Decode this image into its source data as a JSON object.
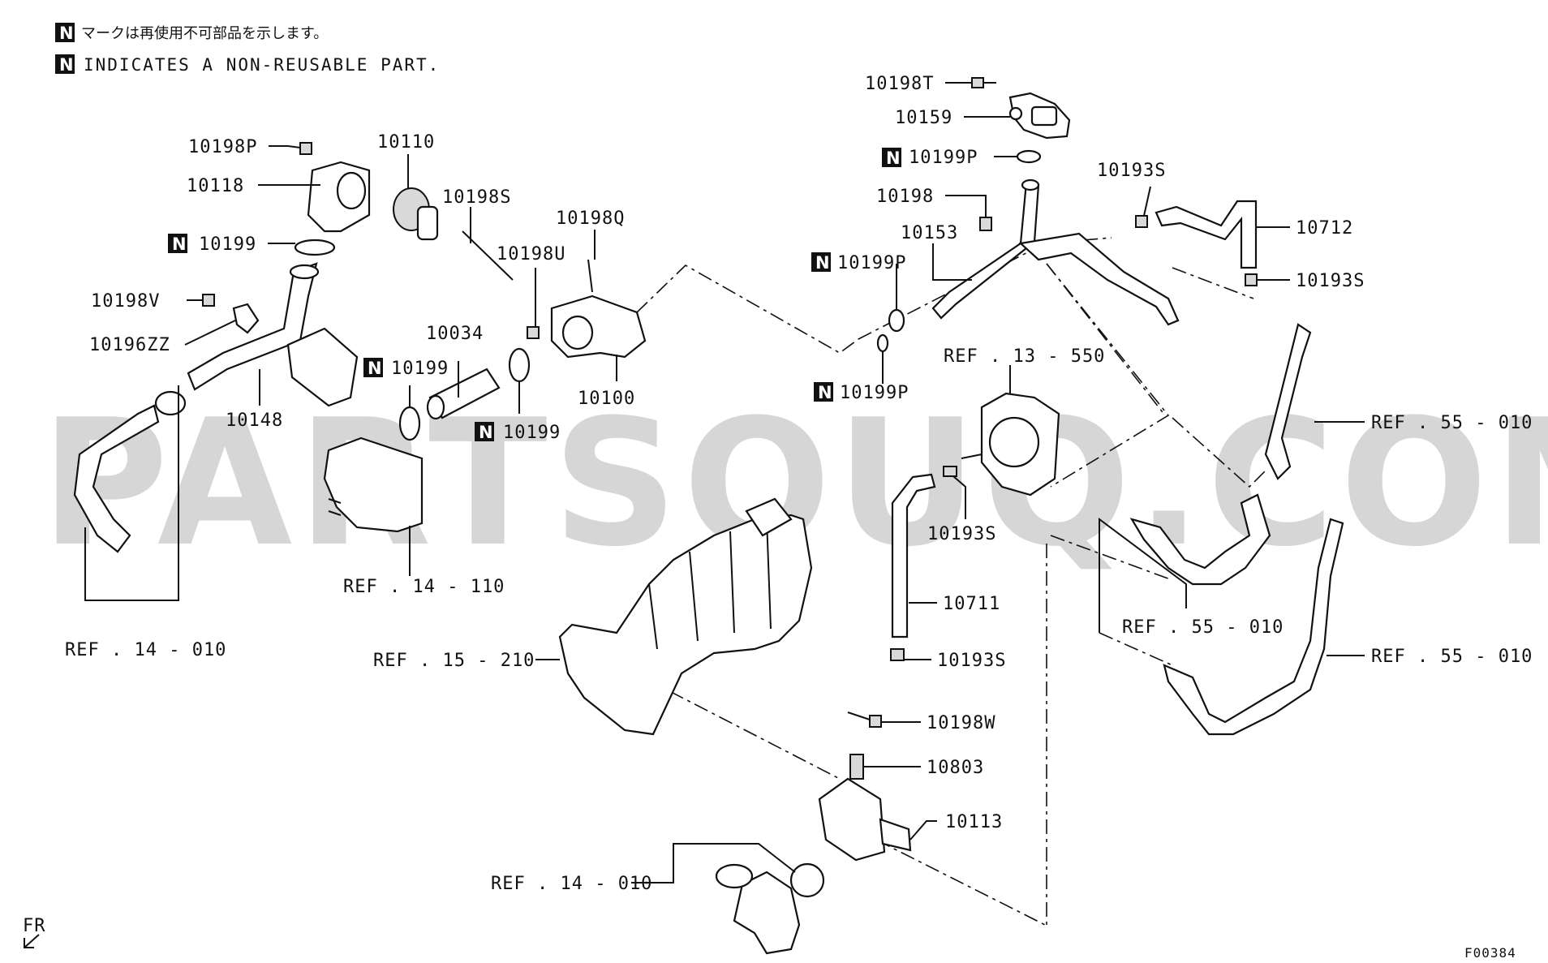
{
  "legend": {
    "badge": "N",
    "jp": "マークは再使用不可部品を示します。",
    "en": "INDICATES A NON-REUSABLE PART."
  },
  "watermark": "PARTSOUQ.COM",
  "labels": {
    "p10198T": "10198T",
    "p10159": "10159",
    "p10199P_top": "10199P",
    "p10198": "10198",
    "p10153": "10153",
    "p10199P_mid": "10199P",
    "p10199P_low": "10199P",
    "p10193S_a": "10193S",
    "p10712": "10712",
    "p10193S_b": "10193S",
    "ref_13_550": "REF . 13 - 550",
    "p10193S_c": "10193S",
    "ref_55_010_a": "REF . 55 - 010",
    "ref_55_010_b": "REF . 55 - 010",
    "ref_55_010_c": "REF . 55 - 010",
    "p10711": "10711",
    "p10193S_d": "10193S",
    "p10198W": "10198W",
    "p10803": "10803",
    "p10113": "10113",
    "ref_14_010_b": "REF . 14 - 010",
    "p10198P": "10198P",
    "p10118": "10118",
    "p10110": "10110",
    "p10198S": "10198S",
    "p10198Q": "10198Q",
    "p10198U": "10198U",
    "p10199_a": "10199",
    "p10198V": "10198V",
    "p10196ZZ": "10196ZZ",
    "p10034": "10034",
    "p10199_b": "10199",
    "p10199_c": "10199",
    "p10100": "10100",
    "p10148": "10148",
    "ref_14_110": "REF . 14 - 110",
    "ref_14_010_a": "REF . 14 - 010",
    "ref_15_210": "REF . 15 - 210",
    "fr": "FR",
    "figure_id": "F00384"
  }
}
